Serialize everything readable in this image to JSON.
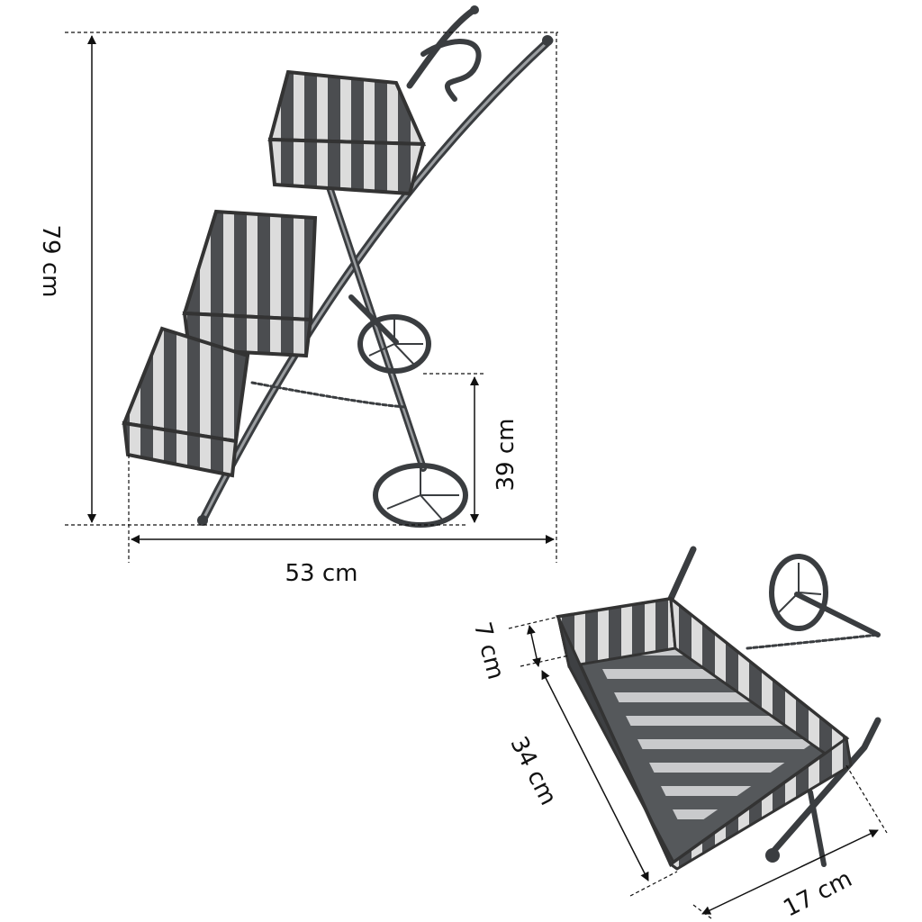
{
  "dimensions": {
    "height": "79 cm",
    "width": "53 cm",
    "wheel_height": "39 cm",
    "box_height": "7 cm",
    "box_length": "34 cm",
    "box_width": "17 cm"
  },
  "colors": {
    "metal": "#3a3d40",
    "metal_highlight": "#9a9da0",
    "wood_dark": "#4a4c4e",
    "wood_light": "#d8d9da",
    "line": "#111111"
  }
}
